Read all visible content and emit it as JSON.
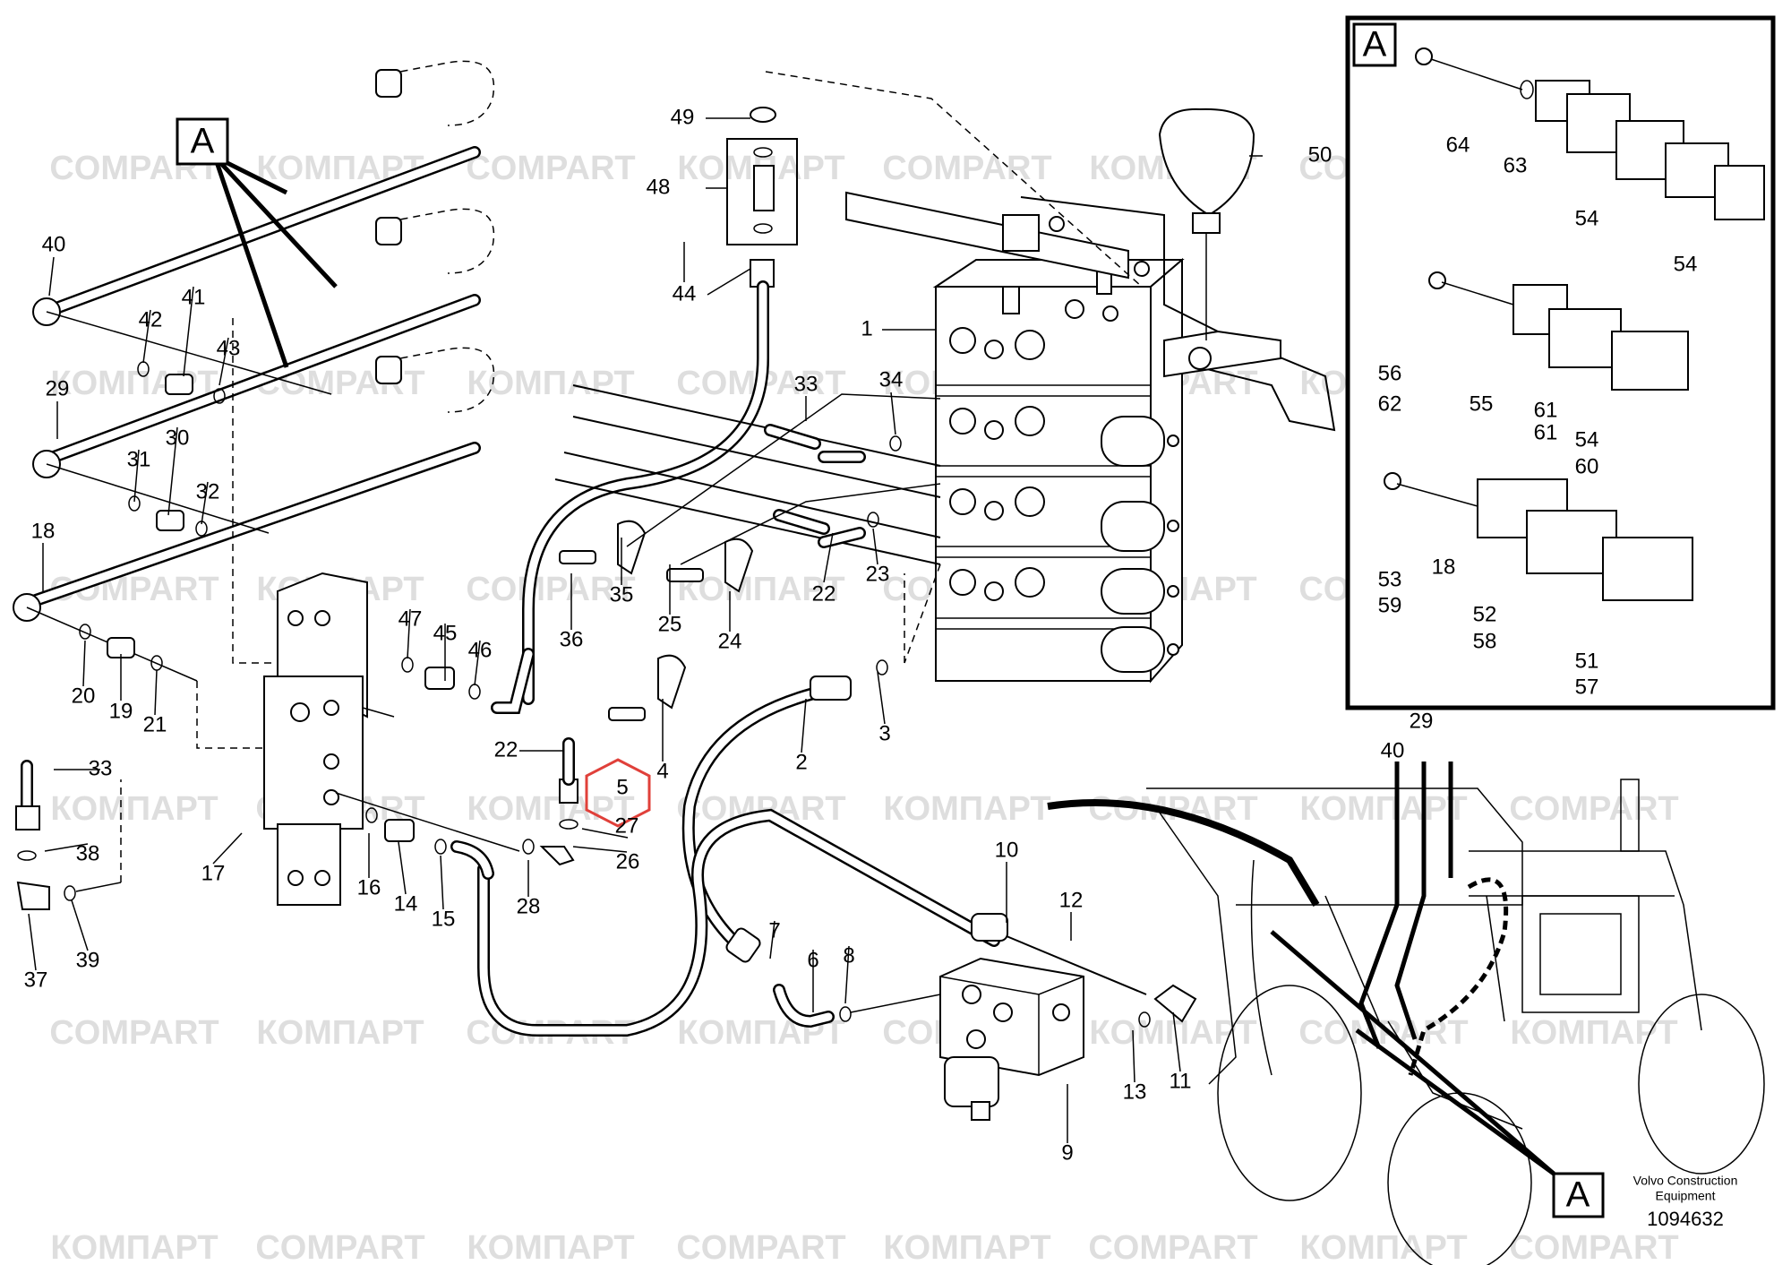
{
  "watermarks": {
    "latin": "COMPART",
    "cyrillic": "КОМПАРТ"
  },
  "callout_letter": "A",
  "publisher": "Volvo Construction Equipment",
  "drawing_number": "1094632",
  "part_labels": [
    "1",
    "2",
    "3",
    "4",
    "5",
    "6",
    "7",
    "8",
    "9",
    "10",
    "11",
    "12",
    "13",
    "14",
    "15",
    "16",
    "17",
    "18",
    "19",
    "20",
    "21",
    "22",
    "22",
    "23",
    "24",
    "25",
    "26",
    "27",
    "28",
    "29",
    "29",
    "30",
    "31",
    "32",
    "33",
    "33",
    "34",
    "35",
    "36",
    "37",
    "38",
    "39",
    "40",
    "40",
    "41",
    "42",
    "43",
    "44",
    "45",
    "46",
    "47",
    "48",
    "49",
    "50",
    "51",
    "52",
    "53",
    "54",
    "54",
    "54",
    "55",
    "56",
    "57",
    "58",
    "59",
    "60",
    "61",
    "61",
    "62",
    "63",
    "64",
    "18"
  ],
  "highlighted_part": "5"
}
